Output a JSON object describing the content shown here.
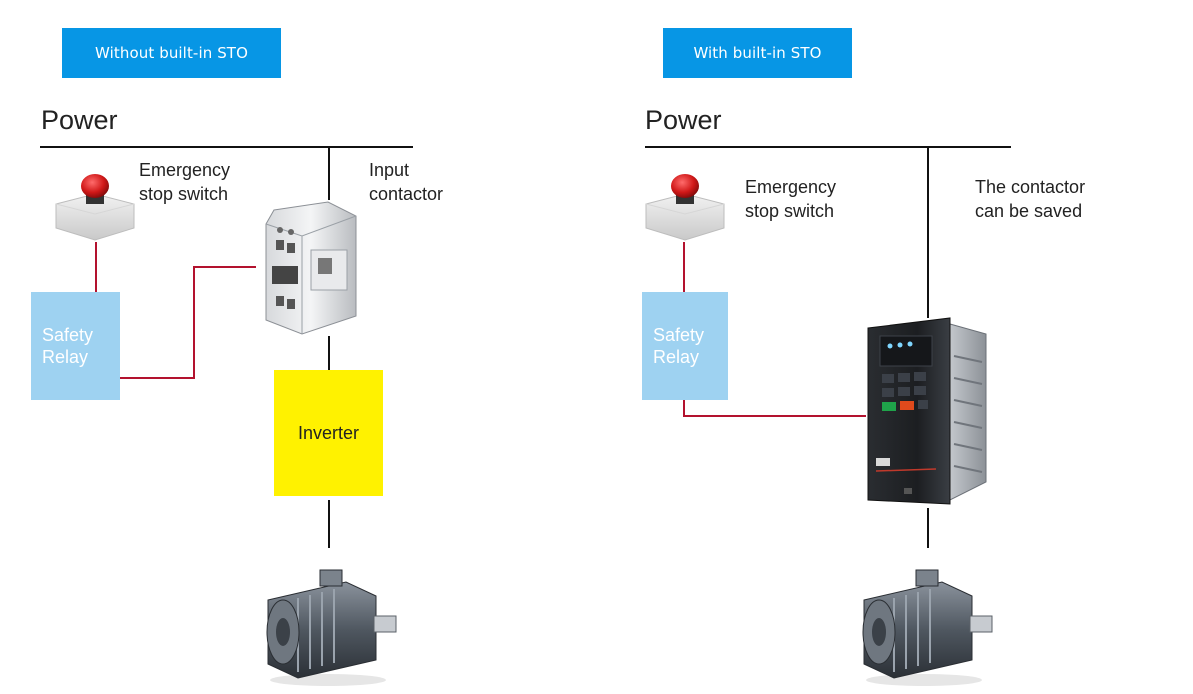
{
  "diagram": {
    "left": {
      "tag": "Without built-in STO",
      "power": "Power",
      "estop_label": [
        "Emergency",
        "stop switch"
      ],
      "contactor_label": [
        "Input",
        "contactor"
      ],
      "relay_label": [
        "Safety",
        "Relay"
      ],
      "inverter_label": "Inverter"
    },
    "right": {
      "tag": "With built-in STO",
      "power": "Power",
      "estop_label": [
        "Emergency",
        "stop switch"
      ],
      "contactor_note": [
        "The contactor",
        "can be saved"
      ],
      "relay_label": [
        "Safety",
        "Relay"
      ]
    }
  },
  "colors": {
    "tag_bg": "#0796e5",
    "relay_bg": "#9ed2f1",
    "inverter_bg": "#fff200",
    "signal_wire": "#b3122e",
    "power_wire": "#111111"
  },
  "icons": {
    "estop": "emergency-stop-button-icon",
    "contactor": "contactor-icon",
    "drive": "inverter-drive-icon",
    "motor": "electric-motor-icon"
  }
}
